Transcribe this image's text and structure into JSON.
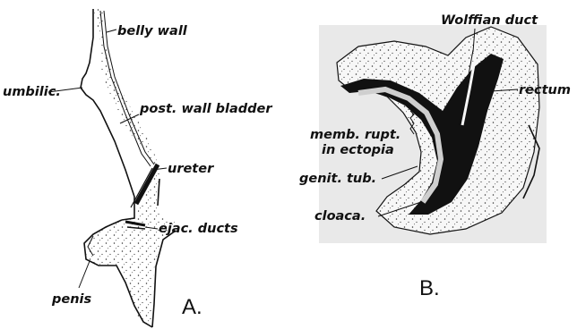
{
  "panel_a": {
    "letter": "A.",
    "labels": {
      "belly_wall": "belly wall",
      "umbilic": "umbilic.",
      "post_wall_bladder": "post. wall bladder",
      "ureter": "ureter",
      "ejac_ducts": "ejac. ducts",
      "penis": "penis"
    }
  },
  "panel_b": {
    "letter": "B.",
    "labels": {
      "wolffian_duct": "Wolffian duct",
      "rectum": "rectum",
      "memb_rupt_line1": "memb. rupt.",
      "memb_rupt_line2": "in ectopia",
      "genit_tub": "genit. tub.",
      "cloaca": "cloaca."
    }
  },
  "colors": {
    "ink": "#111111",
    "panel_bg": "#e9e9e9",
    "tissue": "#f7f7f7"
  }
}
